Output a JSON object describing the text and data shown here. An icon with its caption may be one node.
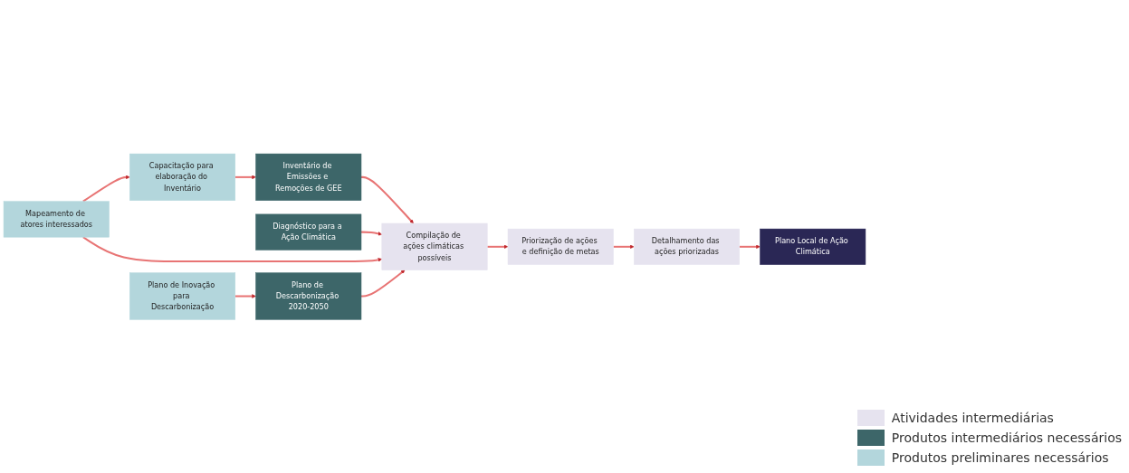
{
  "diagram": {
    "nodes": [
      {
        "text": [
          "Capacitação para elaboração do Inventário"
        ]
      },
      {
        "text": [
          "Inventário de Emissões e Remoções de GEE"
        ]
      },
      {
        "text": [
          "Diagnóstico para a Ação Climática"
        ]
      },
      {
        "text": [
          "Mapeamento de atores interessados"
        ]
      },
      {
        "text": [
          "Compilação de ações climáticas possíveis"
        ]
      },
      {
        "text": [
          "Priorização de ações e definição de metas"
        ]
      },
      {
        "text": [
          "Detalhamento das ações priorizadas"
        ]
      },
      {
        "text": [
          "Plano Local de Ação Climática"
        ]
      },
      {
        "text": [
          "Plano de Inovação para Descarbonização"
        ]
      },
      {
        "text": [
          "Plano de Descarbonização 2020-2050"
        ]
      }
    ],
    "edges": [
      {
        "from": 3,
        "to": 0,
        "arrow": "to"
      },
      {
        "from": 0,
        "to": 1,
        "arrow": "to"
      },
      {
        "from": 1,
        "to": 4,
        "arrow": "to"
      },
      {
        "from": 2,
        "to": 4,
        "arrow": "to"
      },
      {
        "from": 3,
        "to": 4,
        "arrow": "to"
      },
      {
        "from": 4,
        "to": 5,
        "arrow": "to"
      },
      {
        "from": 5,
        "to": 6,
        "arrow": "to"
      },
      {
        "from": 6,
        "to": 7,
        "arrow": "to"
      },
      {
        "from": 8,
        "to": 9,
        "arrow": "to"
      },
      {
        "from": 9,
        "to": 4,
        "arrow": "to"
      }
    ],
    "legend": [
      {
        "text": "Atividades intermediárias",
        "color": "#e6e3ef"
      },
      {
        "text": "Produtos intermediários necessários",
        "color": "#3d6669"
      },
      {
        "text": "Produtos preliminares necessários",
        "color": "#b3d6dc"
      }
    ]
  }
}
